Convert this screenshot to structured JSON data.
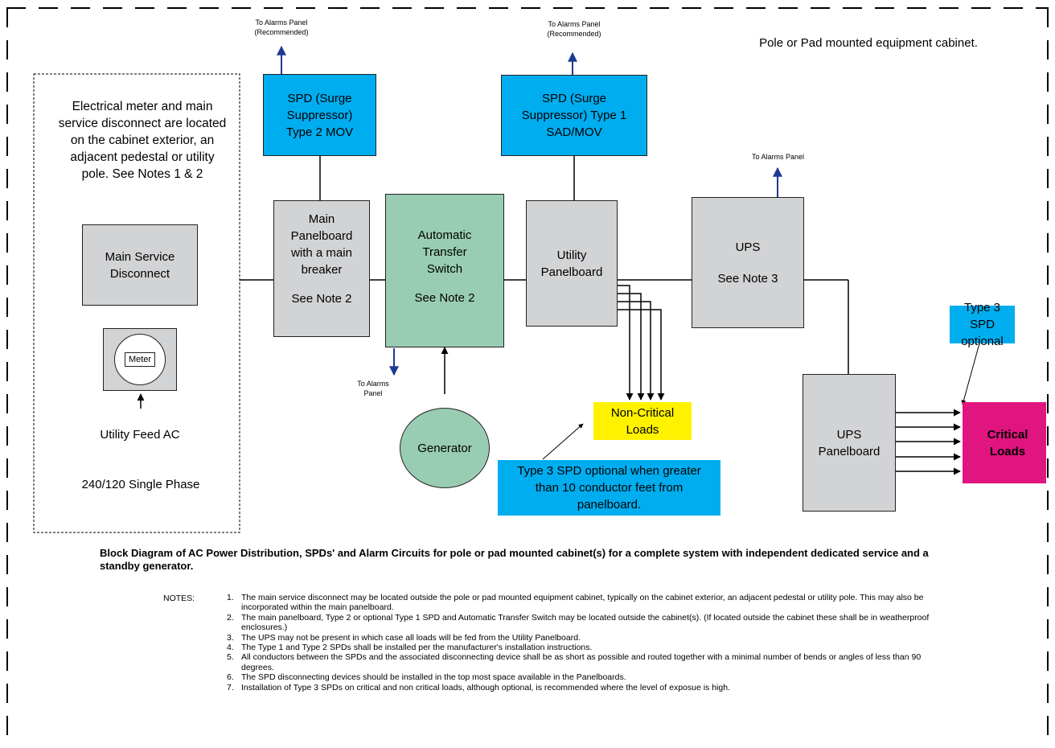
{
  "header": {
    "cabinet_label": "Pole or Pad mounted equipment cabinet."
  },
  "exterior": {
    "description": "Electrical meter and main service disconnect are located on the cabinet exterior, an adjacent pedestal or utility pole. See Notes 1 & 2",
    "disconnect": "Main Service Disconnect",
    "meter": "Meter",
    "feed": "Utility Feed AC",
    "phase": "240/120 Single Phase"
  },
  "blocks": {
    "spd_type2": "SPD (Surge Suppressor) Type 2 MOV",
    "spd_type1": "SPD (Surge Suppressor) Type 1 SAD/MOV",
    "main_panelboard": "Main Panelboard with a main breaker",
    "main_panelboard_note": "See Note 2",
    "ats": "Automatic Transfer Switch",
    "ats_note": "See Note 2",
    "utility_panelboard": "Utility Panelboard",
    "ups": "UPS",
    "ups_note": "See Note 3",
    "ups_panelboard": "UPS Panelboard",
    "generator": "Generator",
    "non_critical": "Non-Critical Loads",
    "critical": "Critical Loads",
    "type3_optional": "Type 3 SPD optional",
    "type3_note": "Type 3 SPD optional when greater than 10 conductor feet from panelboard."
  },
  "alarm_labels": {
    "recommended": "To Alarms Panel (Recommended)",
    "plain": "To Alarms Panel",
    "ats_alarm": "To Alarms Panel"
  },
  "caption": "Block Diagram of AC Power Distribution, SPDs' and Alarm Circuits for pole or pad mounted cabinet(s) for a complete system with independent dedicated service and a standby generator.",
  "notes_label": "NOTES:",
  "notes": [
    "The main service disconnect may be located outside the pole or pad mounted equipment cabinet, typically on the cabinet exterior, an adjacent pedestal or utility pole. This may also be incorporated within the main panelboard.",
    "The main panelboard, Type 2 or optional Type 1 SPD and Automatic Transfer Switch may be located outside the cabinet(s). (If located outside the cabinet these shall be in weatherproof enclosures.)",
    "The UPS may not be present in which case all loads will be fed from the Utility Panelboard.",
    "The Type 1 and Type 2 SPDs shall be installed per the manufacturer's installation instructions.",
    "All conductors between the SPDs and the associated disconnecting device shall be as short as possible and routed together with a minimal number of bends or angles of less than 90 degrees.",
    "The SPD disconnecting devices should be installed in the top most space available in the Panelboards.",
    "Installation of Type 3 SPDs on critical and non critical loads, although optional, is recommended where the level of exposue is high."
  ],
  "colors": {
    "grey_block": "#d2d3d5",
    "green_block": "#99cdb3",
    "spd_blue": "#00adef",
    "non_critical_yellow": "#fff200",
    "critical_magenta": "#e0157f",
    "alarm_arrow_blue": "#1f3a93"
  }
}
